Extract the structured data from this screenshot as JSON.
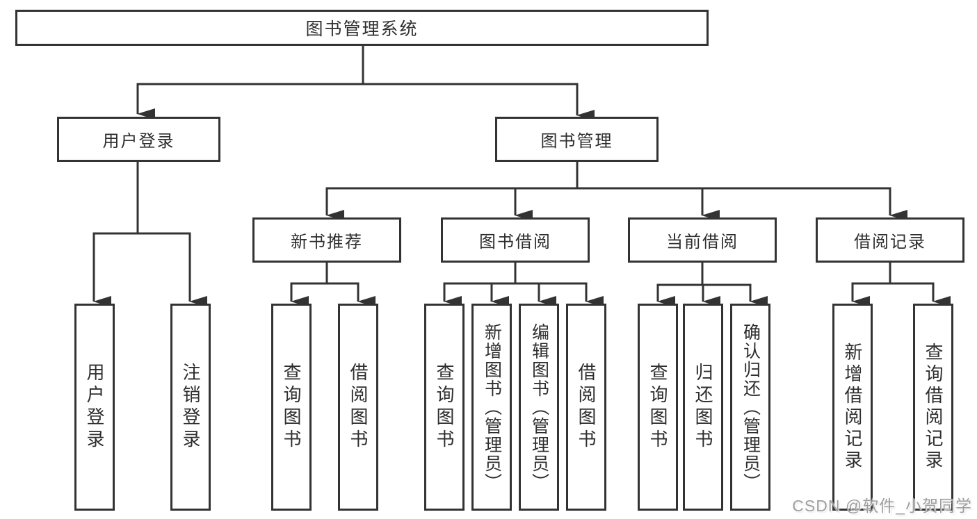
{
  "diagram": {
    "root": "图书管理系统",
    "level2": {
      "user_login": "用户登录",
      "book_mgmt": "图书管理"
    },
    "level3": {
      "new_book_rec": "新书推荐",
      "book_borrow": "图书借阅",
      "current_borrow": "当前借阅",
      "borrow_records": "借阅记录"
    },
    "leaves": {
      "user_login": [
        "用户登录",
        "注销登录"
      ],
      "new_book_rec": [
        "查询图书",
        "借阅图书"
      ],
      "book_borrow": [
        "查询图书",
        "新增图书（管理员）",
        "编辑图书（管理员）",
        "借阅图书"
      ],
      "current_borrow": [
        "查询图书",
        "归还图书",
        "确认归还（管理员）"
      ],
      "borrow_records": [
        "新增借阅记录",
        "查询借阅记录"
      ]
    }
  },
  "watermark": "CSDN @软件_小贺同学",
  "colors": {
    "line": "#333333",
    "box_border": "#333333",
    "text": "#2e2e2e",
    "watermark": "#9e9e9e",
    "background": "#ffffff"
  }
}
